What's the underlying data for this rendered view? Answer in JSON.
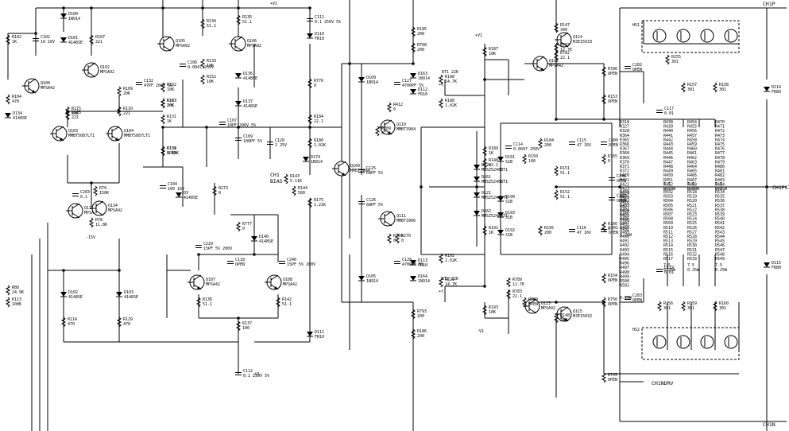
{
  "rails": {
    "plus_v": "+V1",
    "minus_v": "-V1",
    "minus_15v": "-15V"
  },
  "outputs": {
    "ch1p": "CH1P",
    "ch1psi": "CH1PSI",
    "ch1n": "CH1N",
    "ch1ndrv": "CH1NDRV"
  },
  "bias": {
    "title": "CH1",
    "subtitle": "BIAS"
  },
  "heatsinks": {
    "top": "HS1",
    "bottom": "HS2"
  },
  "transistors": [
    {
      "ref": "Q100",
      "part": "MPSA42"
    },
    {
      "ref": "Q102",
      "part": "MPSA92"
    },
    {
      "ref": "Q103",
      "part": "MMBT5087LT1"
    },
    {
      "ref": "Q104",
      "part": "MMBT5087LT1"
    },
    {
      "ref": "Q105",
      "part": "MPSA92"
    },
    {
      "ref": "Q106",
      "part": "MPSA92"
    },
    {
      "ref": "Q107",
      "part": "MPSA42"
    },
    {
      "ref": "Q108",
      "part": "MPSA42"
    },
    {
      "ref": "Q109",
      "part": "MMBT3904"
    },
    {
      "ref": "Q110",
      "part": "MMBT3904"
    },
    {
      "ref": "Q111",
      "part": "MMBT3906"
    },
    {
      "ref": "Q112",
      "part": "MPSA42"
    },
    {
      "ref": "Q113",
      "part": "MPSA92"
    },
    {
      "ref": "Q114",
      "part": "MJE15033"
    },
    {
      "ref": "Q115",
      "part": "MJE15032"
    },
    {
      "ref": "Q116",
      "part": "MPSA92"
    },
    {
      "ref": "Q134",
      "part": "MPSA92"
    }
  ],
  "diodes": [
    {
      "ref": "D100",
      "part": "1N914"
    },
    {
      "ref": "D101",
      "part": "4148SE"
    },
    {
      "ref": "D102",
      "part": "4148SE"
    },
    {
      "ref": "D103",
      "part": "4148SE"
    },
    {
      "ref": "D109",
      "part": "1N914"
    },
    {
      "ref": "D105",
      "part": "1N914"
    },
    {
      "ref": "D110",
      "part": "FR10"
    },
    {
      "ref": "D111",
      "part": "FR10"
    },
    {
      "ref": "D112",
      "part": "FR10"
    },
    {
      "ref": "D113",
      "part": "FR10"
    },
    {
      "ref": "D114",
      "part": "FR80"
    },
    {
      "ref": "D115",
      "part": "FR80"
    },
    {
      "ref": "D134",
      "part": "4148SE"
    },
    {
      "ref": "D136",
      "part": "4148SE"
    },
    {
      "ref": "D137",
      "part": "4148SE"
    },
    {
      "ref": "D140",
      "part": "4148SE"
    },
    {
      "ref": "D3",
      "part": "4148SE"
    },
    {
      "ref": "D174",
      "part": "1N914"
    },
    {
      "ref": "D120",
      "part": "MMSZ5246BT1"
    },
    {
      "ref": "D121",
      "part": "MMSZ5246BT1"
    },
    {
      "ref": "D161",
      "part": "MMSZ5246BT1"
    },
    {
      "ref": "D162",
      "part": "MMSZ5246BT1"
    },
    {
      "ref": "D191",
      "part": "S1B"
    },
    {
      "ref": "D190",
      "part": "S1B"
    },
    {
      "ref": "D193",
      "part": "S1B"
    },
    {
      "ref": "D192",
      "part": "S1B"
    },
    {
      "ref": "D163",
      "part": "1N914"
    },
    {
      "ref": "D164",
      "part": "1N914"
    }
  ],
  "resistors": [
    {
      "ref": "R102",
      "val": "1K"
    },
    {
      "ref": "R107",
      "val": "221"
    },
    {
      "ref": "R104",
      "val": "470"
    },
    {
      "ref": "R115",
      "val": "20K"
    },
    {
      "ref": "R109",
      "val": "20K"
    },
    {
      "ref": "R105",
      "val": "221"
    },
    {
      "ref": "R110",
      "val": "221"
    },
    {
      "ref": "R223",
      "val": "20K"
    },
    {
      "ref": "R131",
      "val": "1K"
    },
    {
      "ref": "R130",
      "val": "OPEN"
    },
    {
      "ref": "R151",
      "val": "1.43K"
    },
    {
      "ref": "R134",
      "val": "51.1"
    },
    {
      "ref": "R135",
      "val": "51.1"
    },
    {
      "ref": "R133",
      "val": "10K"
    },
    {
      "ref": "R132",
      "val": "10K"
    },
    {
      "ref": "R152",
      "val": "10K"
    },
    {
      "ref": "R163",
      "val": "10K"
    },
    {
      "ref": "R776",
      "val": "0"
    },
    {
      "ref": "R273",
      "val": "0"
    },
    {
      "ref": "R79",
      "val": "150K"
    },
    {
      "ref": "R78",
      "val": "11.8K"
    },
    {
      "ref": "R777",
      "val": "0"
    },
    {
      "ref": "R136",
      "val": "51.1"
    },
    {
      "ref": "R142",
      "val": "51.1"
    },
    {
      "ref": "R137",
      "val": "100"
    },
    {
      "ref": "R114",
      "val": "470"
    },
    {
      "ref": "R129",
      "val": "470"
    },
    {
      "ref": "R88",
      "val": "24.9K"
    },
    {
      "ref": "R113",
      "val": "100K"
    },
    {
      "ref": "R184",
      "val": "22.1"
    },
    {
      "ref": "R180",
      "val": "1.02K"
    },
    {
      "ref": "R143",
      "val": "5.11K"
    },
    {
      "ref": "R144",
      "val": "500"
    },
    {
      "ref": "R175",
      "val": "1.21K"
    },
    {
      "ref": "R412",
      "val": "0"
    },
    {
      "ref": "R289",
      "val": "0"
    },
    {
      "ref": "R750",
      "val": "0"
    },
    {
      "ref": "R270",
      "val": "0"
    },
    {
      "ref": "R185",
      "val": "200"
    },
    {
      "ref": "R708",
      "val": "200"
    },
    {
      "ref": "R187",
      "val": "10K"
    },
    {
      "ref": "R198",
      "val": "14.7K"
    },
    {
      "ref": "R188",
      "val": "1.02K"
    },
    {
      "ref": "R189",
      "val": "1K"
    },
    {
      "ref": "R140",
      "val": "22.1"
    },
    {
      "ref": "R150",
      "val": "100"
    },
    {
      "ref": "R104",
      "val": "200"
    },
    {
      "ref": "R195",
      "val": "200"
    },
    {
      "ref": "R151",
      "val": "51.1"
    },
    {
      "ref": "R152",
      "val": "51.1"
    },
    {
      "ref": "R191",
      "val": "1K"
    },
    {
      "ref": "R192",
      "val": "1.02K"
    },
    {
      "ref": "R221",
      "val": "14.7K"
    },
    {
      "ref": "R193",
      "val": "10K"
    },
    {
      "ref": "R783",
      "val": "22.1"
    },
    {
      "ref": "R789",
      "val": "12.7K"
    },
    {
      "ref": "R148",
      "val": "340"
    },
    {
      "ref": "R147",
      "val": "340"
    },
    {
      "ref": "R782",
      "val": "22.1"
    },
    {
      "ref": "R707",
      "val": "12.7K"
    },
    {
      "ref": "R793",
      "val": "200"
    },
    {
      "ref": "R186",
      "val": "200"
    },
    {
      "ref": "R786",
      "val": "OPEN"
    },
    {
      "ref": "R789",
      "val": "OPEN"
    },
    {
      "ref": "R153",
      "val": "OPEN"
    },
    {
      "ref": "R154",
      "val": "OPEN"
    },
    {
      "ref": "R756",
      "val": "OPEN"
    },
    {
      "ref": "R745",
      "val": "OPEN"
    },
    {
      "ref": "R155",
      "val": "301"
    },
    {
      "ref": "R157",
      "val": "301"
    },
    {
      "ref": "R158",
      "val": "301"
    },
    {
      "ref": "R156",
      "val": "301"
    },
    {
      "ref": "R159",
      "val": "301"
    },
    {
      "ref": "R160",
      "val": "301"
    },
    {
      "ref": "R165",
      "val": "0"
    },
    {
      "ref": "R166",
      "val": "0"
    }
  ],
  "capacitors": [
    {
      "ref": "C102",
      "val": "10 16V"
    },
    {
      "ref": "C111",
      "val": "0.1 250V 5%"
    },
    {
      "ref": "C132",
      "val": "47PF 200V 5%"
    },
    {
      "ref": "C106",
      "val": "0.0047 250V"
    },
    {
      "ref": "C107",
      "val": "10PF 200V 5%"
    },
    {
      "ref": "C109",
      "val": "100PF 5%"
    },
    {
      "ref": "C120",
      "val": "1 25V"
    },
    {
      "ref": "C104",
      "val": "100 16V"
    },
    {
      "ref": "C283",
      "val": "0.1"
    },
    {
      "ref": "C229",
      "val": "15PF 5% 200V"
    },
    {
      "ref": "C118",
      "val": "OPEN"
    },
    {
      "ref": "C240",
      "val": "15PF 5% 200V"
    },
    {
      "ref": "C112",
      "val": "0.1 250V 5%"
    },
    {
      "ref": "C127",
      "val": "4700PF 5%"
    },
    {
      "ref": "C125",
      "val": "68PF 5%"
    },
    {
      "ref": "C126",
      "val": "68PF 5%"
    },
    {
      "ref": "C128",
      "val": "4700PF 5%"
    },
    {
      "ref": "C114",
      "val": "0.0047 250V"
    },
    {
      "ref": "C115",
      "val": "47 16V"
    },
    {
      "ref": "C116",
      "val": "47 16V"
    },
    {
      "ref": "C300",
      "val": "OPEN"
    },
    {
      "ref": "C301",
      "val": "OPEN"
    },
    {
      "ref": "C282",
      "val": "OPEN"
    },
    {
      "ref": "C283",
      "val": "OPEN"
    },
    {
      "ref": "C246",
      "val": "OPEN"
    },
    {
      "ref": "C251",
      "val": "OPEN"
    },
    {
      "ref": "C117",
      "val": "0.01"
    },
    {
      "ref": "C119",
      "val": "0.01"
    }
  ],
  "misc": {
    "rt1": "RT1 22K",
    "rt2": "RT2 22K",
    "rt_note": "+t"
  },
  "emitter_res": {
    "col1_top": [
      "R318",
      "R327",
      "R328",
      "R364",
      "R365",
      "R366",
      "R367",
      "R368",
      "R369",
      "R370",
      "R371",
      "R372",
      "R420",
      "R421",
      "R422",
      "R423",
      "R424",
      "R425",
      "R426",
      "R427",
      "R428",
      "R429",
      "R430",
      "R431",
      "R432"
    ],
    "col2_top": [
      "R438",
      "R439",
      "R440",
      "R441",
      "R442",
      "R443",
      "R444",
      "R445",
      "R446",
      "R447",
      "R448",
      "R449",
      "R450",
      "R451",
      "R452",
      "R453"
    ],
    "col3_top": [
      "R454",
      "R455",
      "R456",
      "R457",
      "R458",
      "R459",
      "R460",
      "R461",
      "R462",
      "R463",
      "R464",
      "R465",
      "R466",
      "R467",
      "R468",
      "R469"
    ],
    "col4_top": [
      "R470",
      "R471",
      "R472",
      "R473",
      "R474",
      "R475",
      "R476",
      "R477",
      "R478",
      "R479",
      "R480",
      "R481",
      "R482",
      "R483",
      "R484",
      "R485"
    ],
    "col1_bot": [
      "R480",
      "R481",
      "R482",
      "R483",
      "R484",
      "R485",
      "R486",
      "R487",
      "R488",
      "R489",
      "R490",
      "R491",
      "R492",
      "R493",
      "R494",
      "R495",
      "R496",
      "R497",
      "R498",
      "R499",
      "R500",
      "R501"
    ],
    "col2_bot": [
      "R502",
      "R503",
      "R504",
      "R505",
      "R506",
      "R507",
      "R508",
      "R509",
      "R510",
      "R511",
      "R512",
      "R513",
      "R514",
      "R515",
      "R516",
      "R517"
    ],
    "col3_bot": [
      "R518",
      "R519",
      "R520",
      "R521",
      "R522",
      "R523",
      "R524",
      "R525",
      "R526",
      "R527",
      "R528",
      "R529",
      "R530",
      "R531",
      "R532",
      "R533"
    ],
    "col4_bot": [
      "R534",
      "R535",
      "R536",
      "R537",
      "R538",
      "R539",
      "R540",
      "R541",
      "R542",
      "R543",
      "R544",
      "R545",
      "R546",
      "R547",
      "R548",
      "R549"
    ],
    "val": "0.25W",
    "val2": "7.5"
  }
}
